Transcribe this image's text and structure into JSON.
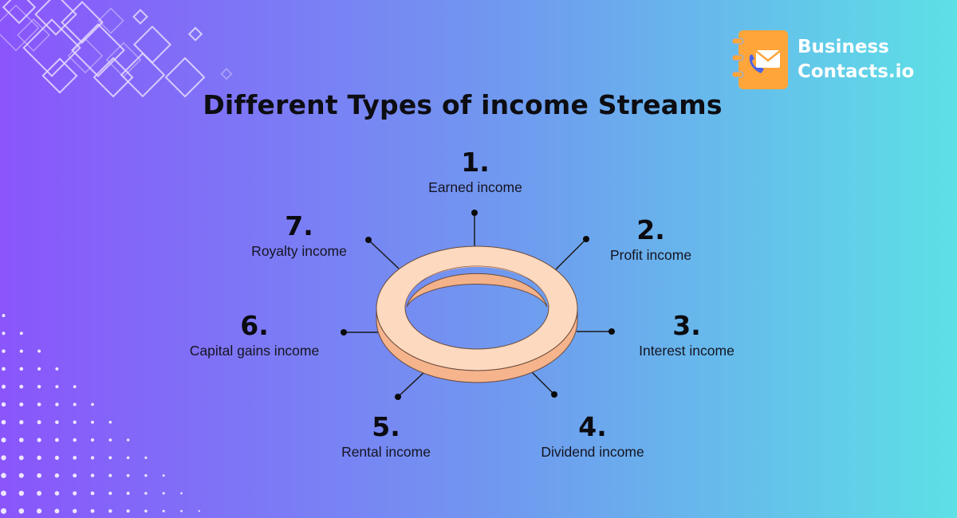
{
  "brand": {
    "line1": "Business",
    "line2": "Contacts.io",
    "icon": "address-book-envelope-phone-icon",
    "icon_color": "#ffa53a"
  },
  "title": "Different Types of income Streams",
  "colors": {
    "bg_left": "#8a55fb",
    "bg_right": "#5de0e6",
    "ring_top": "#fcd9bf",
    "ring_side": "#f5b48c",
    "connector": "#111111"
  },
  "items": [
    {
      "number": "1.",
      "label": "Earned income"
    },
    {
      "number": "2.",
      "label": "Profit income"
    },
    {
      "number": "3.",
      "label": "Interest income"
    },
    {
      "number": "4.",
      "label": "Dividend income"
    },
    {
      "number": "5.",
      "label": "Rental income"
    },
    {
      "number": "6.",
      "label": "Capital gains income"
    },
    {
      "number": "7.",
      "label": "Royalty income"
    }
  ]
}
